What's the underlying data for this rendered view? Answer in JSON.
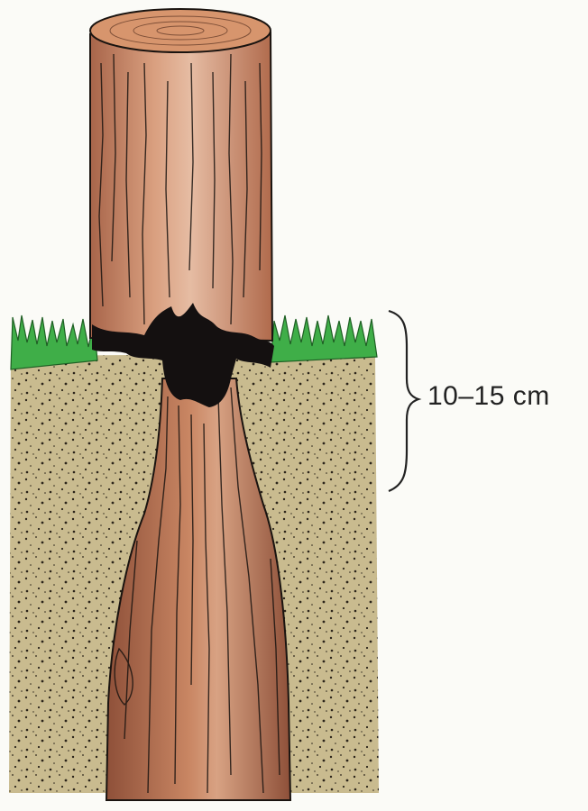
{
  "diagram": {
    "depth_label": "10–15 cm",
    "elements": [
      "post-top-section",
      "post-buried-section",
      "grass-left",
      "grass-right",
      "soil-block",
      "charred-band",
      "depth-brace"
    ]
  },
  "colors": {
    "background": "#fbfbf7",
    "wood": "#c98663",
    "wood_light": "#e2b090",
    "wood_dark": "#9a5a3e",
    "soil": "#c8b98d",
    "grass": "#46b44e",
    "ink": "#1a1410"
  }
}
